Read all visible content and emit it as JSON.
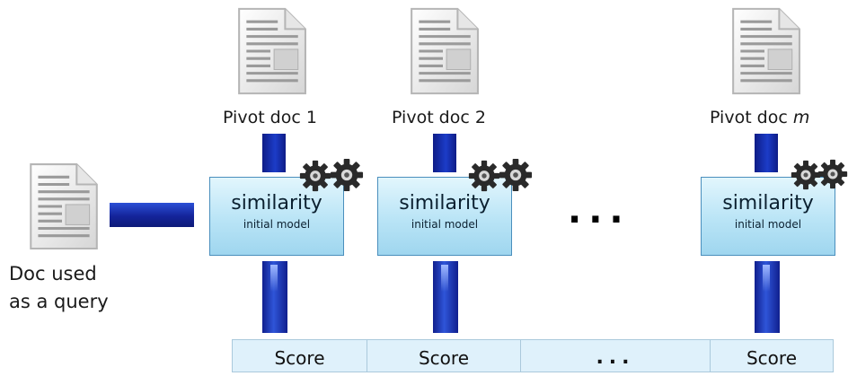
{
  "query_doc": {
    "label_line1": "Doc used",
    "label_line2": "as a query"
  },
  "pivots": [
    {
      "label": "Pivot doc 1"
    },
    {
      "label": "Pivot doc 2"
    },
    {
      "label_prefix": "Pivot doc ",
      "label_var": "m"
    }
  ],
  "model_box": {
    "title": "similarity",
    "subtitle": "initial model"
  },
  "ellipsis": "...",
  "scores": {
    "cell_label": "Score",
    "ellipsis": "..."
  },
  "colors": {
    "bar_dark": "#0e1c86",
    "bar_light": "#2f55d8",
    "box_fill": "#b9e4f6",
    "score_fill": "#dff1fb"
  },
  "icons": [
    "document-icon",
    "gears-icon"
  ]
}
